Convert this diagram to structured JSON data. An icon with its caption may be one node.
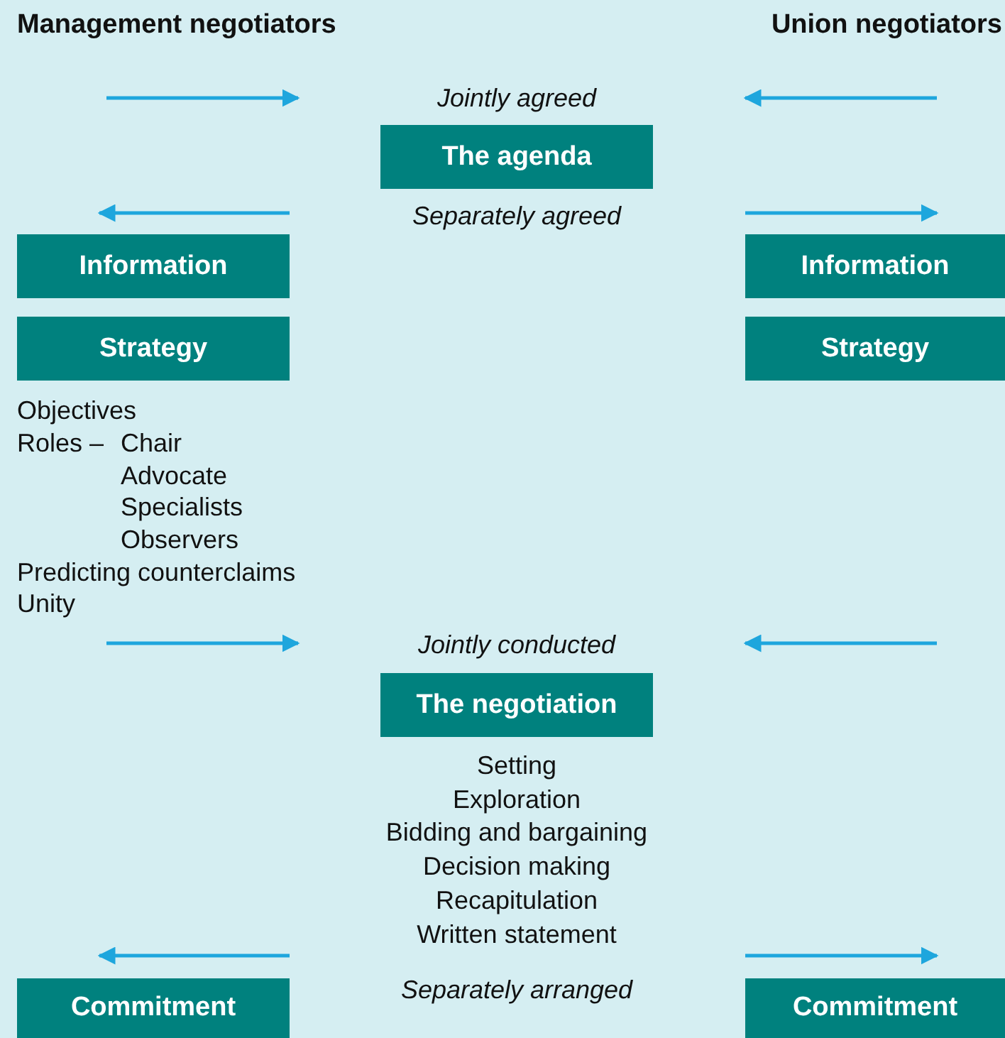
{
  "diagram": {
    "nodes": [
      {
        "text": [
          "The agenda"
        ]
      },
      {
        "text": [
          "Information"
        ]
      },
      {
        "text": [
          "Information"
        ]
      },
      {
        "text": [
          "Strategy"
        ],
        "beside": [
          "Objectives",
          "Roles –",
          "Chair",
          "Advocate",
          "Specialists",
          "Observers",
          "Predicting counterclaims",
          "Unity"
        ]
      },
      {
        "text": [
          "Strategy"
        ]
      },
      {
        "text": [
          "The negotiation"
        ],
        "beside": [
          "Setting",
          "Exploration",
          "Bidding and bargaining",
          "Decision making",
          "Recapitulation",
          "Written statement"
        ]
      },
      {
        "text": [
          "Commitment"
        ]
      },
      {
        "text": [
          "Commitment"
        ]
      }
    ],
    "labels": [
      "Management negotiators",
      "Union negotiators",
      "Jointly agreed",
      "Separately agreed",
      "Jointly conducted",
      "Separately arranged"
    ]
  }
}
